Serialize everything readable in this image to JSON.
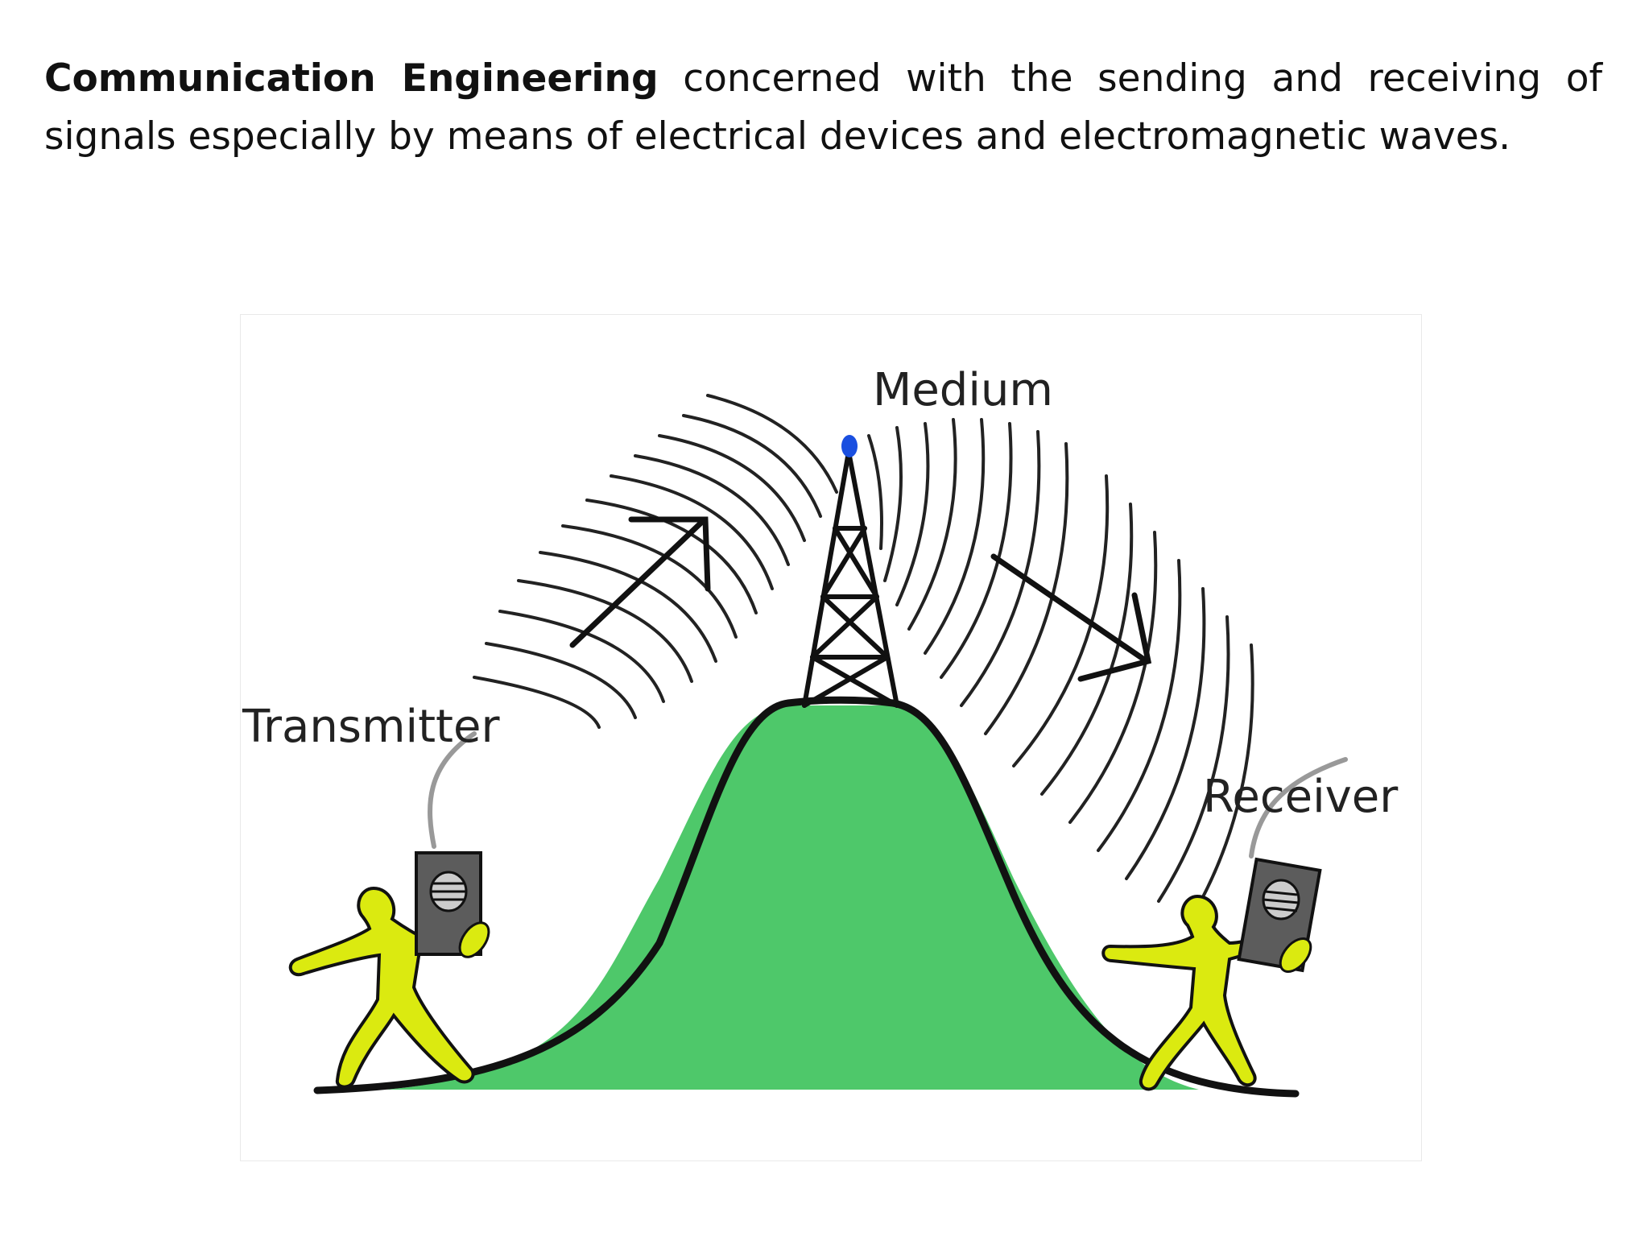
{
  "intro": {
    "term": "Communication Engineering",
    "definition": "concerned with the sending and receiving of signals especially by means of electrical devices and electromagnetic waves."
  },
  "diagram": {
    "labels": {
      "medium": "Medium",
      "transmitter": "Transmitter",
      "receiver": "Receiver"
    },
    "colors": {
      "hill": "#4ec86a",
      "figure": "#dbea10",
      "radio": "#5c5c5c",
      "antenna_tip": "#1a4fe0",
      "stroke": "#111111"
    }
  }
}
